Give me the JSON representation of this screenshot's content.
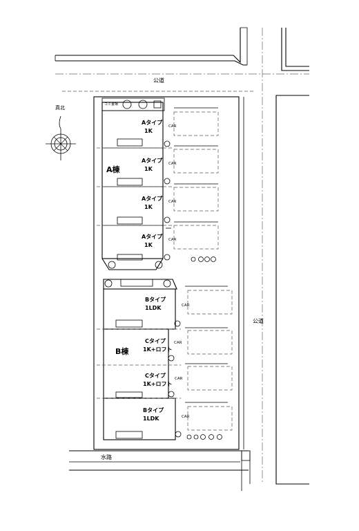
{
  "labels": {
    "road_top": "公道",
    "road_right": "公道",
    "canal": "水路",
    "north": "真北",
    "garbage": "ゴミ置場",
    "building_a": "A棟",
    "building_b": "B棟",
    "car": "CAR"
  },
  "units_a": [
    {
      "type": "Aタイプ",
      "layout": "1K"
    },
    {
      "type": "Aタイプ",
      "layout": "1K"
    },
    {
      "type": "Aタイプ",
      "layout": "1K"
    },
    {
      "type": "Aタイプ",
      "layout": "1K"
    }
  ],
  "units_b": [
    {
      "type": "Bタイプ",
      "layout": "1LDK"
    },
    {
      "type": "Cタイプ",
      "layout": "1K+ロフト"
    },
    {
      "type": "Cタイプ",
      "layout": "1K+ロフト"
    },
    {
      "type": "Bタイプ",
      "layout": "1LDK"
    }
  ]
}
